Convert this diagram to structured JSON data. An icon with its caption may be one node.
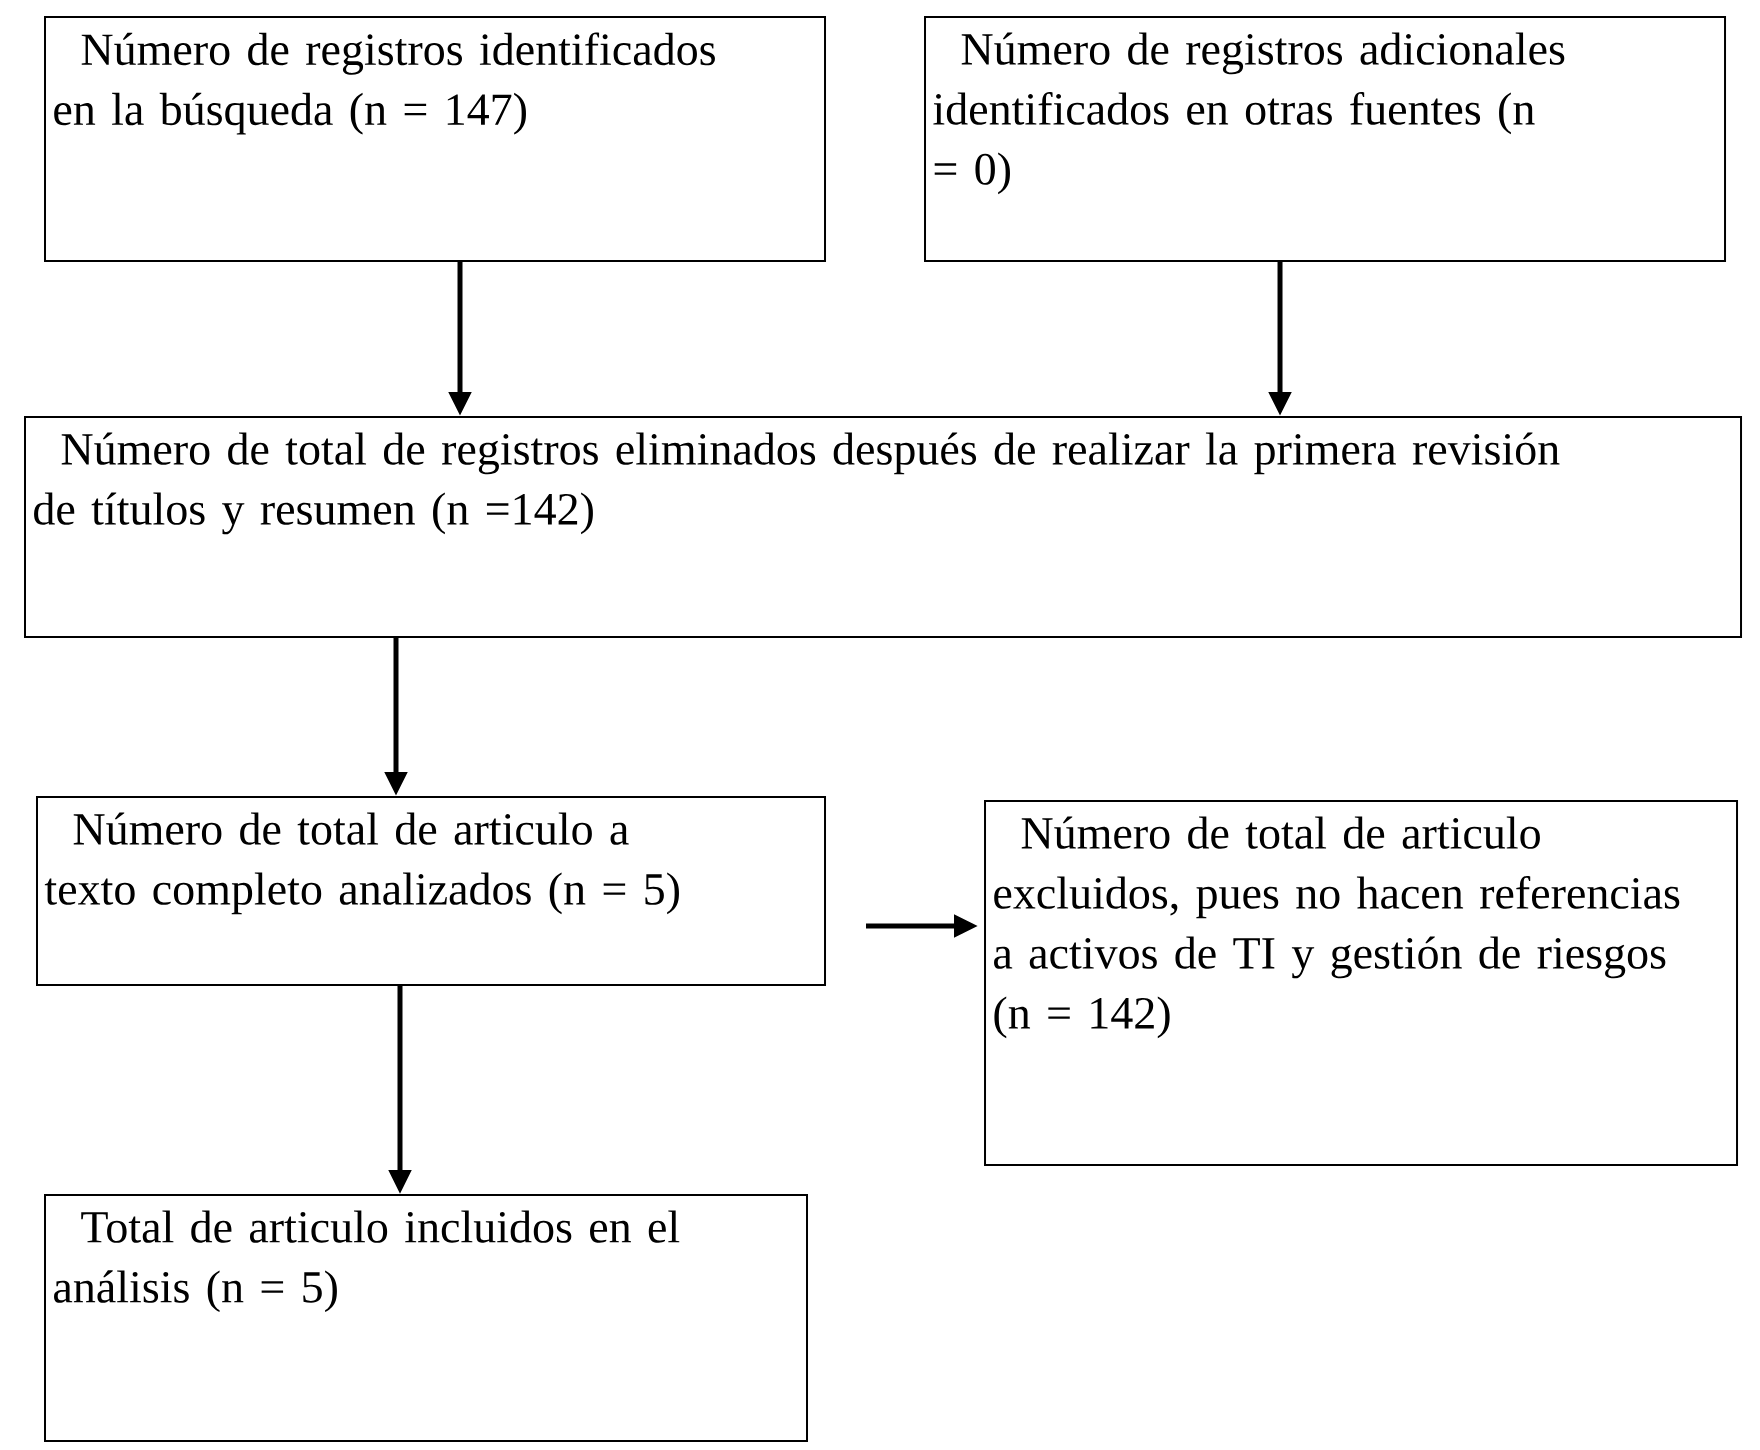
{
  "diagram": {
    "nodes": [
      {
        "text": [
          "Número de registros identificados en la búsqueda (n = 147)"
        ]
      },
      {
        "text": [
          "Número de registros adicionales identificados en otras fuentes (n = 0)"
        ]
      },
      {
        "text": [
          "Número de total de registros eliminados después de realizar la primera revisión de títulos y resumen (n =142)"
        ]
      },
      {
        "text": [
          "Número de total de articulo a texto completo analizados (n = 5)"
        ]
      },
      {
        "text": [
          "Número de total de articulo excluidos, pues no hacen referencias a activos de TI y gestión de riesgos (n = 142)"
        ]
      },
      {
        "text": [
          "Total de articulo incluidos en el análisis (n = 5)"
        ]
      }
    ],
    "edges": [
      {
        "from": 0,
        "to": 2,
        "arrow": "to"
      },
      {
        "from": 1,
        "to": 2,
        "arrow": "to"
      },
      {
        "from": 2,
        "to": 3,
        "arrow": "to"
      },
      {
        "from": 3,
        "to": 4,
        "arrow": "to"
      },
      {
        "from": 3,
        "to": 5,
        "arrow": "to"
      }
    ]
  }
}
